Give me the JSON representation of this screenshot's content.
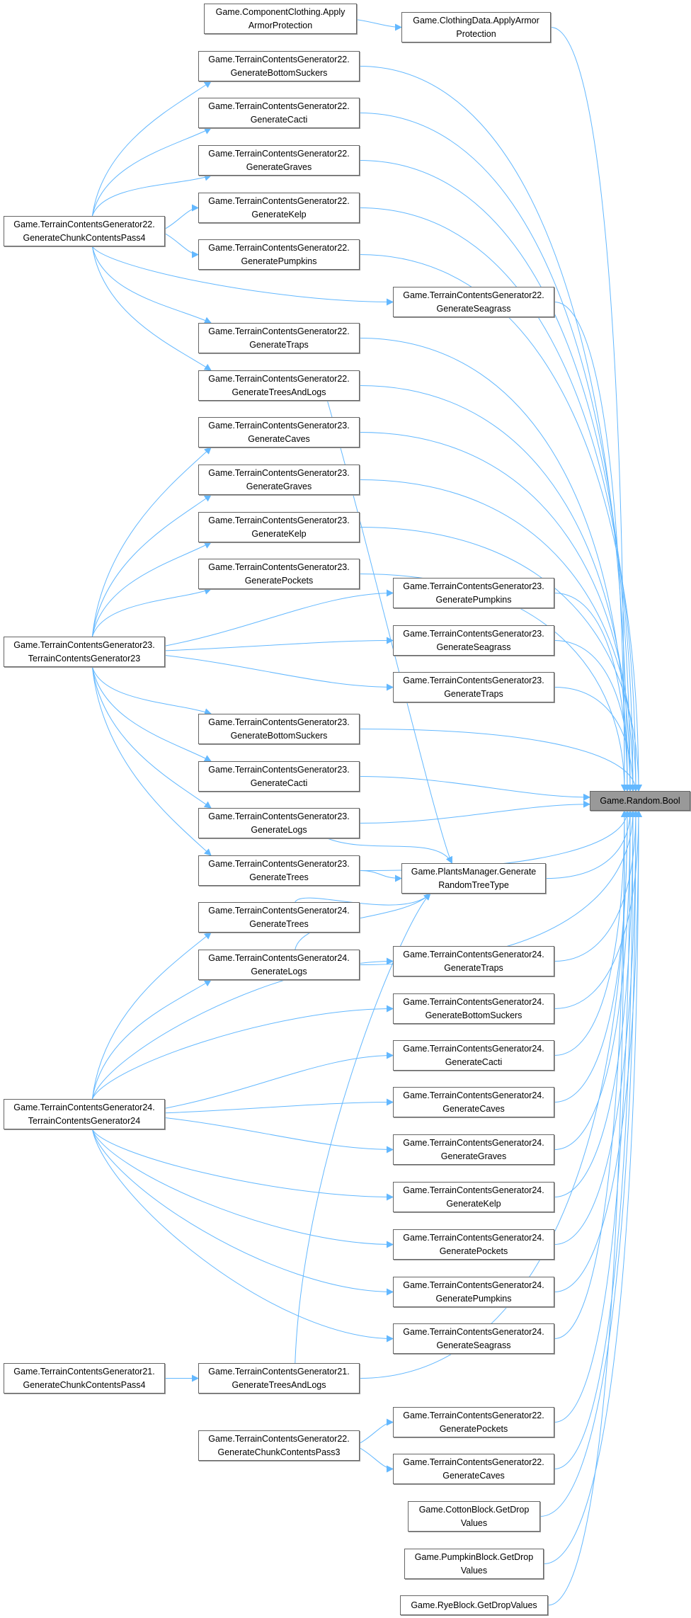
{
  "graph": {
    "edge_color": "#63b8ff",
    "focus_fill": "#999999",
    "nodes": [
      {
        "id": "cc",
        "l1": "Game.ComponentClothing.Apply",
        "l2": "ArmorProtection"
      },
      {
        "id": "cd",
        "l1": "Game.ClothingData.ApplyArmor",
        "l2": "Protection"
      },
      {
        "id": "bs22",
        "l1": "Game.TerrainContentsGenerator22.",
        "l2": "GenerateBottomSuckers"
      },
      {
        "id": "ca22",
        "l1": "Game.TerrainContentsGenerator22.",
        "l2": "GenerateCacti"
      },
      {
        "id": "gv22",
        "l1": "Game.TerrainContentsGenerator22.",
        "l2": "GenerateGraves"
      },
      {
        "id": "kp22",
        "l1": "Game.TerrainContentsGenerator22.",
        "l2": "GenerateKelp"
      },
      {
        "id": "pu22",
        "l1": "Game.TerrainContentsGenerator22.",
        "l2": "GeneratePumpkins"
      },
      {
        "id": "se22",
        "l1": "Game.TerrainContentsGenerator22.",
        "l2": "GenerateSeagrass"
      },
      {
        "id": "tp22",
        "l1": "Game.TerrainContentsGenerator22.",
        "l2": "GenerateTraps"
      },
      {
        "id": "tl22",
        "l1": "Game.TerrainContentsGenerator22.",
        "l2": "GenerateTreesAndLogs"
      },
      {
        "id": "cv23",
        "l1": "Game.TerrainContentsGenerator23.",
        "l2": "GenerateCaves"
      },
      {
        "id": "gv23",
        "l1": "Game.TerrainContentsGenerator23.",
        "l2": "GenerateGraves"
      },
      {
        "id": "kp23",
        "l1": "Game.TerrainContentsGenerator23.",
        "l2": "GenerateKelp"
      },
      {
        "id": "pk23",
        "l1": "Game.TerrainContentsGenerator23.",
        "l2": "GeneratePockets"
      },
      {
        "id": "pu23",
        "l1": "Game.TerrainContentsGenerator23.",
        "l2": "GeneratePumpkins"
      },
      {
        "id": "se23",
        "l1": "Game.TerrainContentsGenerator23.",
        "l2": "GenerateSeagrass"
      },
      {
        "id": "tp23",
        "l1": "Game.TerrainContentsGenerator23.",
        "l2": "GenerateTraps"
      },
      {
        "id": "bs23",
        "l1": "Game.TerrainContentsGenerator23.",
        "l2": "GenerateBottomSuckers"
      },
      {
        "id": "ca23",
        "l1": "Game.TerrainContentsGenerator23.",
        "l2": "GenerateCacti"
      },
      {
        "id": "lg23",
        "l1": "Game.TerrainContentsGenerator23.",
        "l2": "GenerateLogs"
      },
      {
        "id": "te23",
        "l1": "Game.TerrainContentsGenerator23.",
        "l2": "GenerateTrees"
      },
      {
        "id": "pm",
        "l1": "Game.PlantsManager.Generate",
        "l2": "RandomTreeType"
      },
      {
        "id": "te24",
        "l1": "Game.TerrainContentsGenerator24.",
        "l2": "GenerateTrees"
      },
      {
        "id": "lg24",
        "l1": "Game.TerrainContentsGenerator24.",
        "l2": "GenerateLogs"
      },
      {
        "id": "tp24",
        "l1": "Game.TerrainContentsGenerator24.",
        "l2": "GenerateTraps"
      },
      {
        "id": "bs24",
        "l1": "Game.TerrainContentsGenerator24.",
        "l2": "GenerateBottomSuckers"
      },
      {
        "id": "ca24",
        "l1": "Game.TerrainContentsGenerator24.",
        "l2": "GenerateCacti"
      },
      {
        "id": "cv24",
        "l1": "Game.TerrainContentsGenerator24.",
        "l2": "GenerateCaves"
      },
      {
        "id": "gv24",
        "l1": "Game.TerrainContentsGenerator24.",
        "l2": "GenerateGraves"
      },
      {
        "id": "kp24",
        "l1": "Game.TerrainContentsGenerator24.",
        "l2": "GenerateKelp"
      },
      {
        "id": "pk24",
        "l1": "Game.TerrainContentsGenerator24.",
        "l2": "GeneratePockets"
      },
      {
        "id": "pu24",
        "l1": "Game.TerrainContentsGenerator24.",
        "l2": "GeneratePumpkins"
      },
      {
        "id": "se24",
        "l1": "Game.TerrainContentsGenerator24.",
        "l2": "GenerateSeagrass"
      },
      {
        "id": "tl21",
        "l1": "Game.TerrainContentsGenerator21.",
        "l2": "GenerateTreesAndLogs"
      },
      {
        "id": "pk22",
        "l1": "Game.TerrainContentsGenerator22.",
        "l2": "GeneratePockets"
      },
      {
        "id": "cv22",
        "l1": "Game.TerrainContentsGenerator22.",
        "l2": "GenerateCaves"
      },
      {
        "id": "cb",
        "l1": "Game.CottonBlock.GetDrop",
        "l2": "Values"
      },
      {
        "id": "pb",
        "l1": "Game.PumpkinBlock.GetDrop",
        "l2": "Values"
      },
      {
        "id": "rb",
        "l1": "Game.RyeBlock.GetDropValues",
        "l2": ""
      },
      {
        "id": "p4_22",
        "l1": "Game.TerrainContentsGenerator22.",
        "l2": "GenerateChunkContentsPass4"
      },
      {
        "id": "c23",
        "l1": "Game.TerrainContentsGenerator23.",
        "l2": "TerrainContentsGenerator23"
      },
      {
        "id": "c24",
        "l1": "Game.TerrainContentsGenerator24.",
        "l2": "TerrainContentsGenerator24"
      },
      {
        "id": "p4_21",
        "l1": "Game.TerrainContentsGenerator21.",
        "l2": "GenerateChunkContentsPass4"
      },
      {
        "id": "p3_22",
        "l1": "Game.TerrainContentsGenerator22.",
        "l2": "GenerateChunkContentsPass3"
      },
      {
        "id": "bool",
        "l1": "Game.Random.Bool",
        "l2": "",
        "focus": true
      }
    ],
    "edges": [
      [
        "cc",
        "cd"
      ],
      [
        "p4_22",
        "bs22"
      ],
      [
        "p4_22",
        "ca22"
      ],
      [
        "p4_22",
        "gv22"
      ],
      [
        "p4_22",
        "kp22"
      ],
      [
        "p4_22",
        "pu22"
      ],
      [
        "p4_22",
        "se22"
      ],
      [
        "p4_22",
        "tp22"
      ],
      [
        "p4_22",
        "tl22"
      ],
      [
        "c23",
        "cv23"
      ],
      [
        "c23",
        "gv23"
      ],
      [
        "c23",
        "kp23"
      ],
      [
        "c23",
        "pk23"
      ],
      [
        "c23",
        "pu23"
      ],
      [
        "c23",
        "se23"
      ],
      [
        "c23",
        "tp23"
      ],
      [
        "c23",
        "bs23"
      ],
      [
        "c23",
        "ca23"
      ],
      [
        "c23",
        "lg23"
      ],
      [
        "c23",
        "te23"
      ],
      [
        "c24",
        "te24"
      ],
      [
        "c24",
        "lg24"
      ],
      [
        "c24",
        "tp24"
      ],
      [
        "c24",
        "bs24"
      ],
      [
        "c24",
        "ca24"
      ],
      [
        "c24",
        "cv24"
      ],
      [
        "c24",
        "gv24"
      ],
      [
        "c24",
        "kp24"
      ],
      [
        "c24",
        "pk24"
      ],
      [
        "c24",
        "pu24"
      ],
      [
        "c24",
        "se24"
      ],
      [
        "p4_21",
        "tl21"
      ],
      [
        "p3_22",
        "pk22"
      ],
      [
        "p3_22",
        "cv22"
      ],
      [
        "tl22",
        "pm"
      ],
      [
        "lg23",
        "pm"
      ],
      [
        "te23",
        "pm"
      ],
      [
        "te24",
        "pm"
      ],
      [
        "lg24",
        "pm"
      ],
      [
        "tl21",
        "pm"
      ],
      [
        "cd",
        "bool"
      ],
      [
        "bs22",
        "bool"
      ],
      [
        "ca22",
        "bool"
      ],
      [
        "gv22",
        "bool"
      ],
      [
        "kp22",
        "bool"
      ],
      [
        "pu22",
        "bool"
      ],
      [
        "se22",
        "bool"
      ],
      [
        "tp22",
        "bool"
      ],
      [
        "tl22",
        "bool"
      ],
      [
        "cv23",
        "bool"
      ],
      [
        "gv23",
        "bool"
      ],
      [
        "kp23",
        "bool"
      ],
      [
        "pk23",
        "bool"
      ],
      [
        "pu23",
        "bool"
      ],
      [
        "se23",
        "bool"
      ],
      [
        "tp23",
        "bool"
      ],
      [
        "bs23",
        "bool"
      ],
      [
        "ca23",
        "bool"
      ],
      [
        "lg23",
        "bool"
      ],
      [
        "te23",
        "bool"
      ],
      [
        "pm",
        "bool"
      ],
      [
        "lg24",
        "bool"
      ],
      [
        "tp24",
        "bool"
      ],
      [
        "bs24",
        "bool"
      ],
      [
        "ca24",
        "bool"
      ],
      [
        "cv24",
        "bool"
      ],
      [
        "gv24",
        "bool"
      ],
      [
        "kp24",
        "bool"
      ],
      [
        "pk24",
        "bool"
      ],
      [
        "pu24",
        "bool"
      ],
      [
        "se24",
        "bool"
      ],
      [
        "tl21",
        "bool"
      ],
      [
        "pk22",
        "bool"
      ],
      [
        "cv22",
        "bool"
      ],
      [
        "cb",
        "bool"
      ],
      [
        "pb",
        "bool"
      ],
      [
        "rb",
        "bool"
      ]
    ]
  }
}
